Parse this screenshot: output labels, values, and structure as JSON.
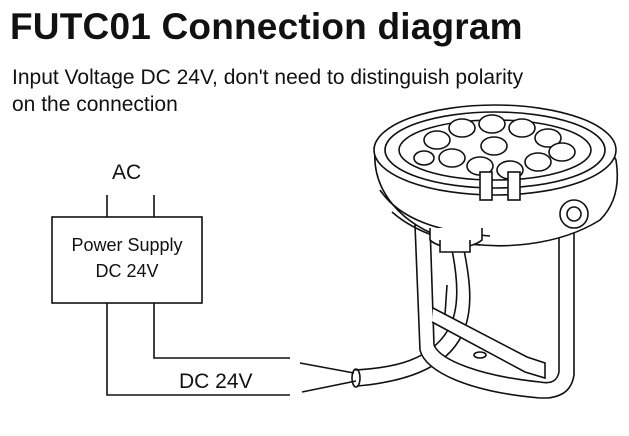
{
  "title": "FUTC01 Connection diagram",
  "subtitle_line1": "Input Voltage DC 24V, don't need to distinguish polarity",
  "subtitle_line2": "on the connection",
  "ac_label": "AC",
  "power_supply_line1": "Power Supply",
  "power_supply_line2": "DC 24V",
  "dc_output_label": "DC 24V"
}
